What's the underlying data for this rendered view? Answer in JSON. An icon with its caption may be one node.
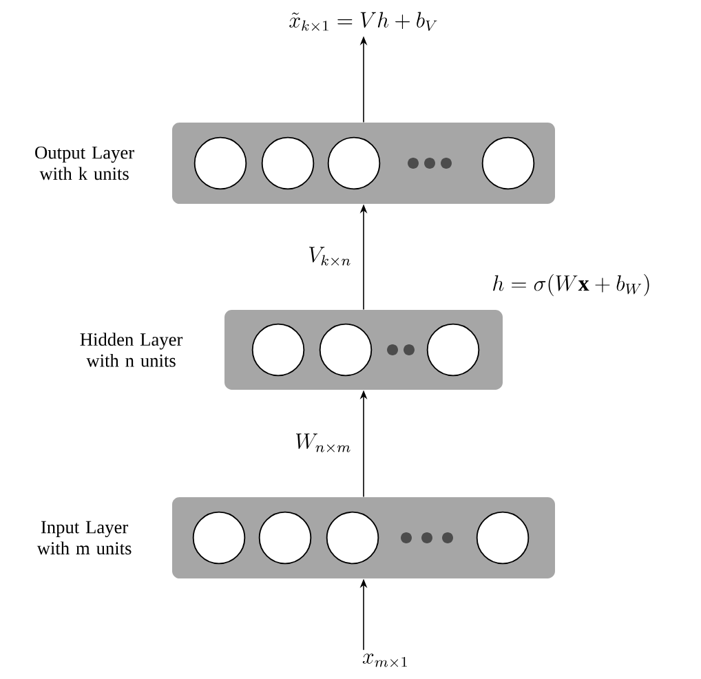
{
  "diagram": {
    "nodes": [
      {
        "text": [
          "\\tilde{x}_{k\\times 1} = Vh + b_V"
        ]
      },
      {
        "text": [
          "Output Layer with k units"
        ]
      },
      {
        "text": [],
        "shape": "circle",
        "in": 1
      },
      {
        "text": [],
        "shape": "circle",
        "in": 1
      },
      {
        "text": [],
        "shape": "circle",
        "in": 1
      },
      {
        "text": [],
        "shape": "circle",
        "in": 1
      },
      {
        "text": [
          "Hidden Layer with n units"
        ],
        "beside": [
          "h = \\sigma(W\\mathbf{x} + b_W)"
        ]
      },
      {
        "text": [],
        "shape": "circle",
        "in": 6
      },
      {
        "text": [],
        "shape": "circle",
        "in": 6
      },
      {
        "text": [],
        "shape": "circle",
        "in": 6
      },
      {
        "text": [
          "Input Layer with m units"
        ]
      },
      {
        "text": [],
        "shape": "circle",
        "in": 10
      },
      {
        "text": [],
        "shape": "circle",
        "in": 10
      },
      {
        "text": [],
        "shape": "circle",
        "in": 10
      },
      {
        "text": [],
        "shape": "circle",
        "in": 10
      },
      {
        "text": [
          "x_{m\\times 1}"
        ]
      }
    ],
    "edges": [
      {
        "from": 15,
        "to": 10,
        "arrow": "to"
      },
      {
        "from": 10,
        "to": 6,
        "arrow": "to",
        "label": "W_{n\\times m}"
      },
      {
        "from": 6,
        "to": 1,
        "arrow": "to",
        "label": "V_{k\\times n}"
      },
      {
        "from": 1,
        "to": 0,
        "arrow": "to"
      }
    ]
  }
}
